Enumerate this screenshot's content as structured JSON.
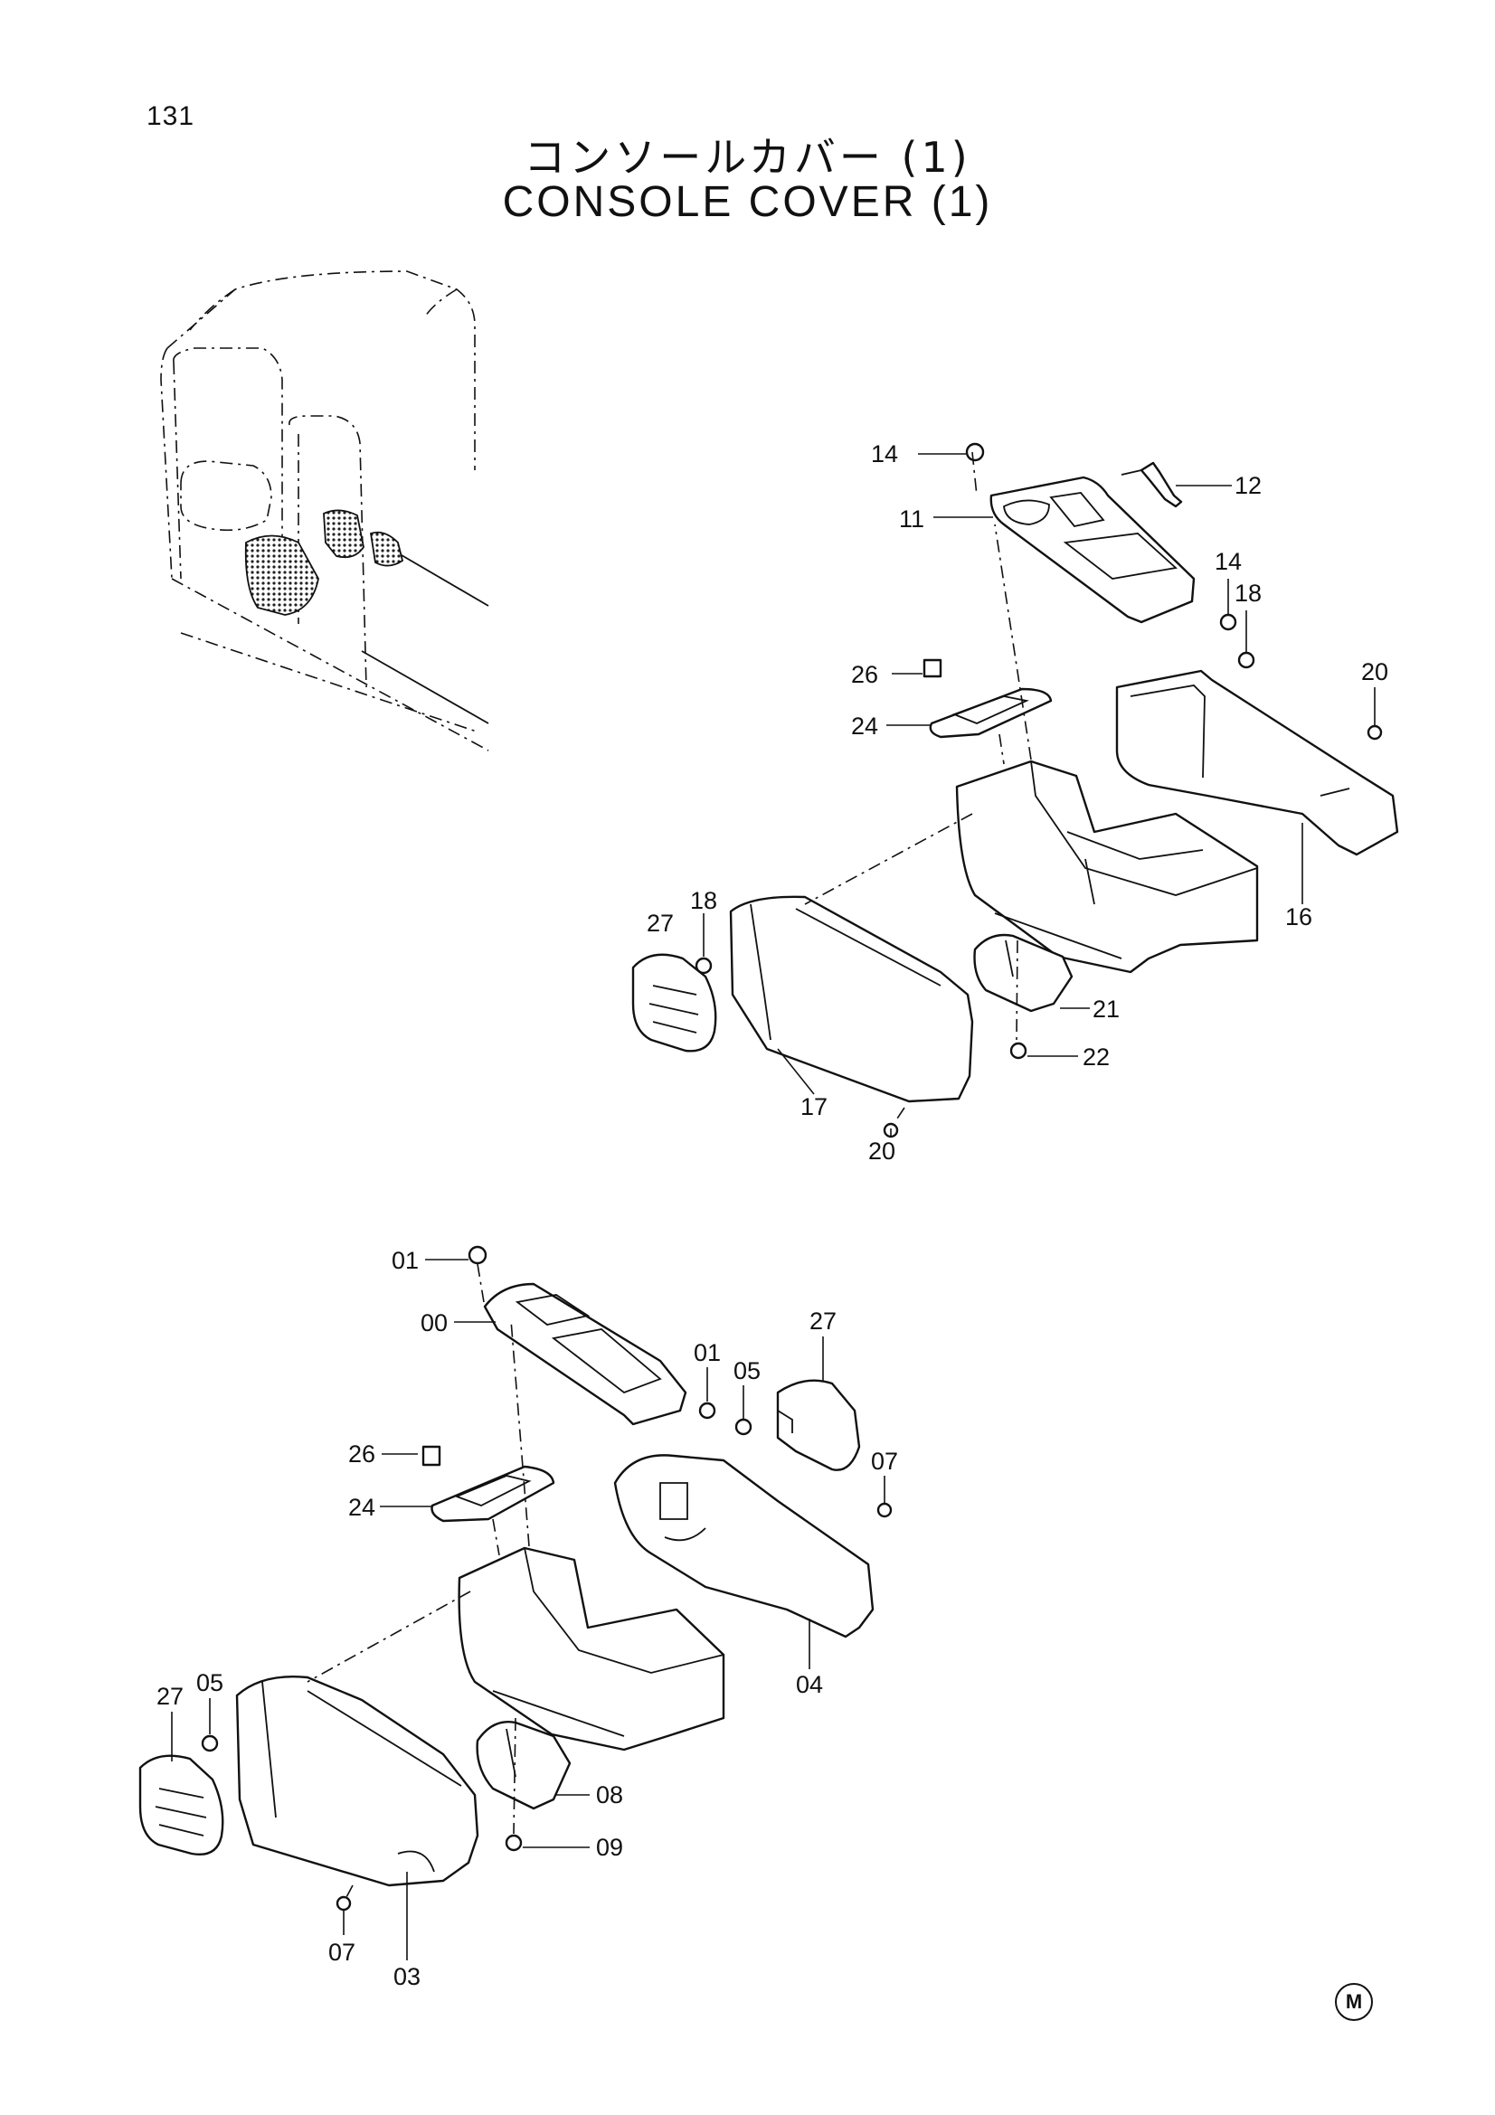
{
  "page_number": "131",
  "title_ja": "コンソールカバー (1)",
  "title_en": "CONSOLE COVER (1)",
  "mark": "M",
  "upper_assembly_callouts": [
    "14",
    "12",
    "11",
    "14",
    "18",
    "26",
    "24",
    "20",
    "16",
    "18",
    "27",
    "21",
    "22",
    "17",
    "20"
  ],
  "lower_assembly_callouts": [
    "01",
    "00",
    "01",
    "05",
    "27",
    "26",
    "24",
    "07",
    "04",
    "27",
    "05",
    "08",
    "09",
    "07",
    "03"
  ]
}
